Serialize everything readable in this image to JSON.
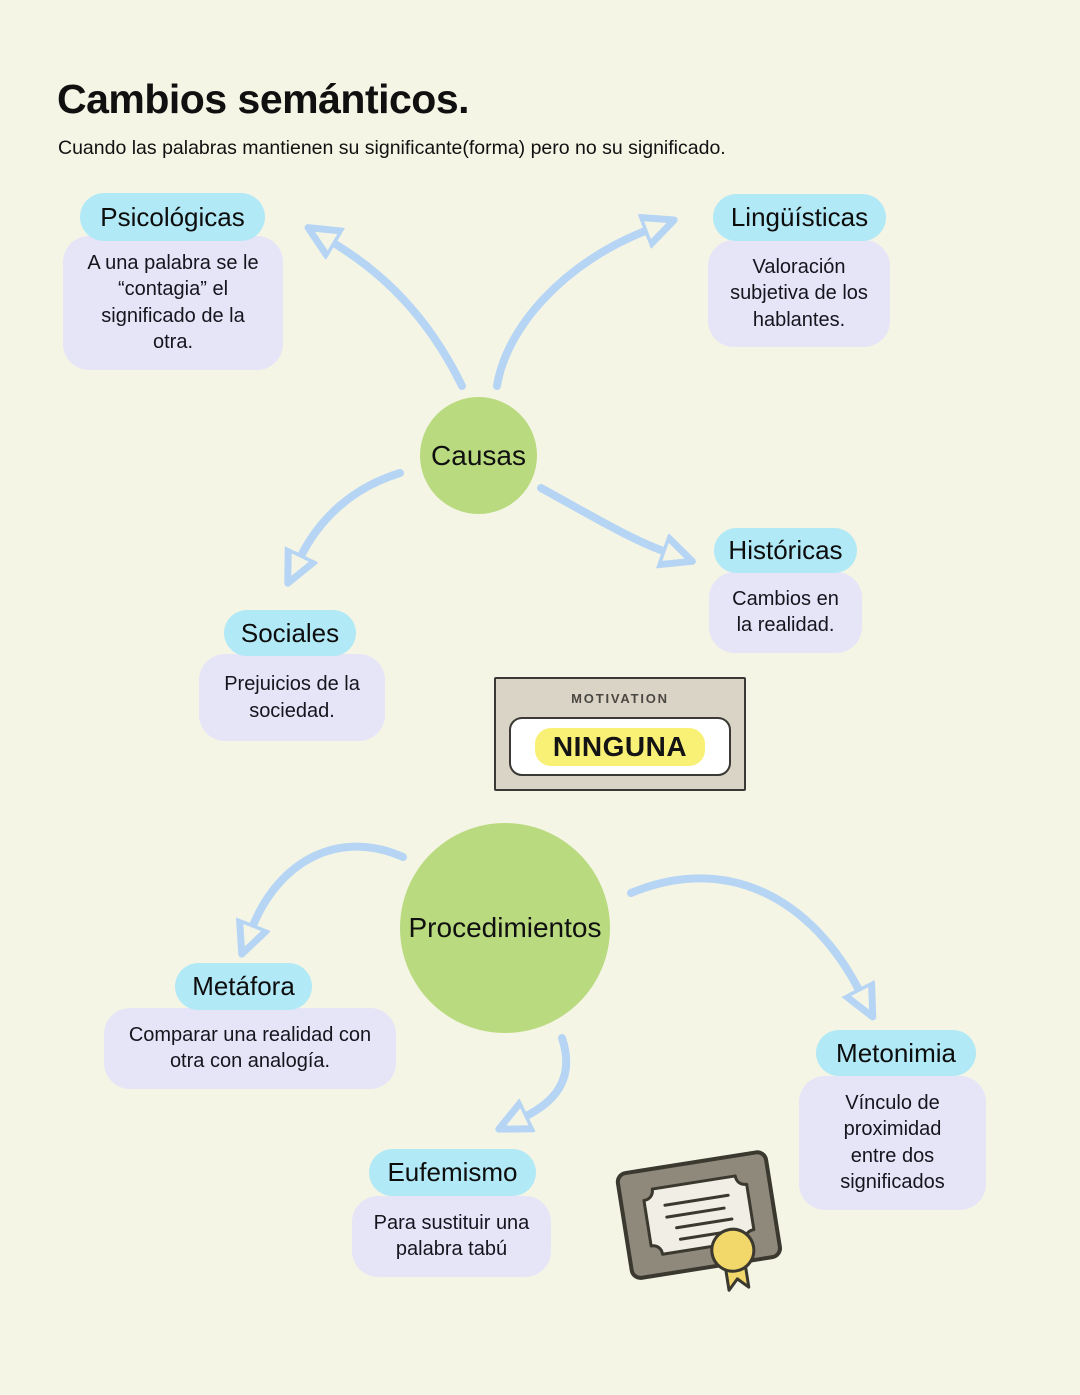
{
  "header": {
    "title": "Cambios semánticos.",
    "subtitle": "Cuando las palabras mantienen su significante(forma) pero no su significado."
  },
  "causes": {
    "center_label": "Causas",
    "items": [
      {
        "label": "Psicológicas",
        "description": "A una palabra se le “contagia” el significado de la otra."
      },
      {
        "label": "Lingüísticas",
        "description": "Valoración subjetiva de los hablantes."
      },
      {
        "label": "Históricas",
        "description": "Cambios en la realidad."
      },
      {
        "label": "Sociales",
        "description": "Prejuicios de la sociedad."
      }
    ]
  },
  "motivation": {
    "label": "MOTIVATION",
    "value": "NINGUNA"
  },
  "procedures": {
    "center_label": "Procedimientos",
    "items": [
      {
        "label": "Metáfora",
        "description": "Comparar una realidad con otra con analogía."
      },
      {
        "label": "Metonimia",
        "description": "Vínculo de proximidad entre dos significados"
      },
      {
        "label": "Eufemismo",
        "description": "Para sustituir una palabra tabú"
      }
    ]
  },
  "icons": {
    "certificate": "certificate-icon"
  },
  "colors": {
    "background": "#f5f5e6",
    "node_label_bg": "#b2e9f6",
    "node_desc_bg": "#e6e4f7",
    "center_node_bg": "#b9da7f",
    "arrow": "#b6d5f4",
    "highlight": "#f9f176",
    "motivation_box_bg": "#dad4c6",
    "motivation_border": "#3b3935"
  }
}
